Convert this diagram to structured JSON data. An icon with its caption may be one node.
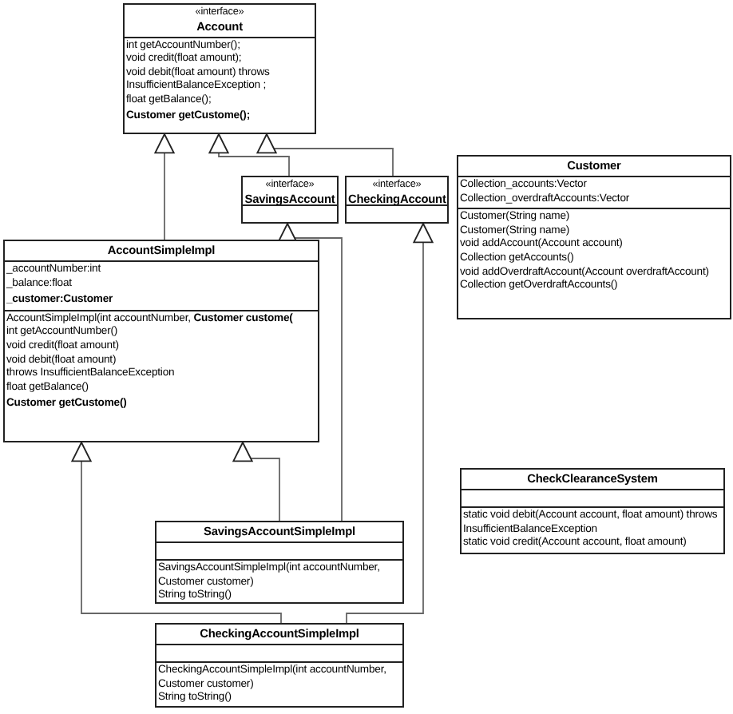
{
  "diagram": {
    "nodes": [
      {
        "text": [
          "«interface»",
          "Account",
          "int getAccountNumber();",
          "void credit(float amount);",
          "void debit(float amount) throws InsufficientBalanceException ;",
          "float getBalance();",
          "Customer getCustome();"
        ]
      },
      {
        "text": [
          "«interface»",
          "SavingsAccount"
        ]
      },
      {
        "text": [
          "«interface»",
          "CheckingAccount"
        ]
      },
      {
        "text": [
          "Customer",
          "Collection_accounts:Vector",
          "Collection_overdraftAccounts:Vector",
          "Customer(String name)",
          "Customer(String name)",
          "void addAccount(Account account)",
          "Collection getAccounts()",
          "void addOverdraftAccount(Account overdraftAccount)",
          "Collection getOverdraftAccounts()"
        ]
      },
      {
        "text": [
          "AccountSimpleImpl",
          "_accountNumber:int",
          "_balance:float",
          "_customer:Customer",
          "AccountSimpleImpl(int accountNumber, **Customer custome(**",
          "int getAccountNumber()",
          "void credit(float amount)",
          "void debit(float amount)",
          "throws InsufficientBalanceException",
          "float getBalance()",
          "Customer getCustome()"
        ]
      },
      {
        "text": [
          "SavingsAccountSimpleImpl",
          "SavingsAccountSimpleImpl(int accountNumber, Customer customer)",
          "String toString()"
        ]
      },
      {
        "text": [
          "CheckingAccountSimpleImpl",
          "CheckingAccountSimpleImpl(int accountNumber, Customer customer)",
          "String toString()"
        ]
      },
      {
        "text": [
          "CheckClearanceSystem",
          "static void debit(Account account, float amount) throws InsufficientBalanceException",
          "static void credit(Account account, float amount)"
        ]
      }
    ],
    "edges": [
      {
        "from": 4,
        "to": 0,
        "arrow": "to"
      },
      {
        "from": 1,
        "to": 0,
        "arrow": "to"
      },
      {
        "from": 2,
        "to": 0,
        "arrow": "to"
      },
      {
        "from": 5,
        "to": 1,
        "arrow": "to"
      },
      {
        "from": 5,
        "to": 4,
        "arrow": "to"
      },
      {
        "from": 6,
        "to": 2,
        "arrow": "to"
      },
      {
        "from": 6,
        "to": 4,
        "arrow": "to"
      }
    ]
  }
}
